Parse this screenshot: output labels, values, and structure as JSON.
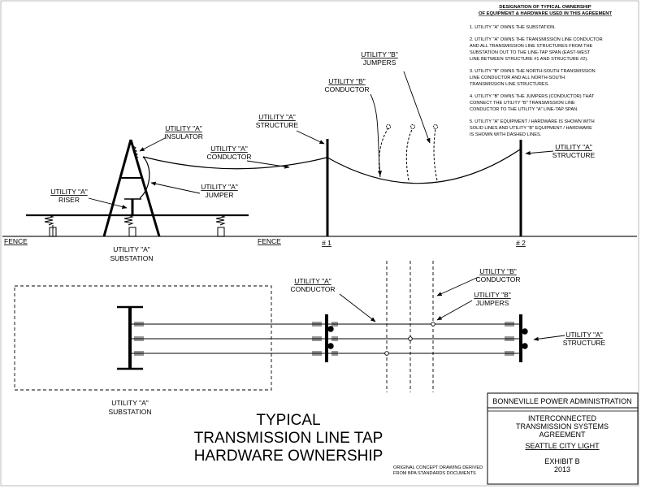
{
  "notes": {
    "heading_line1": "DESIGNATION OF TYPICAL OWNERSHIP",
    "heading_line2": "OF EQUIPMENT & HARDWARE USED IN THIS AGREEMENT",
    "items": [
      [
        "1. UTILITY \"A\" OWNS THE SUBSTATION."
      ],
      [
        "2. UTILITY \"A\" OWNS THE TRANSMISSION LINE CONDUCTOR",
        "AND ALL TRANSMISSION LINE STRUCTURES FROM THE",
        "SUBSTATION OUT TO THE LINE-TAP SPAN (EAST-WEST",
        "LINE BETWEEN STRUCTURE #1 AND STRUCTURE #2)."
      ],
      [
        "3. UTILITY \"B\" OWNS THE NORTH-SOUTH TRANSMISSION",
        "LINE CONDUCTOR AND ALL NORTH-SOUTH",
        "TRANSMISSION LINE STRUCTURES."
      ],
      [
        "4. UTILITY \"B\" OWNS THE JUMPERS (CONDUCTOR) THAT",
        "CONNECT THE UTILITY \"B\" TRANSMISSION LINE",
        "CONDUCTOR TO THE UTILITY \"A\" LINE-TAP SPAN."
      ],
      [
        "5. UTILITY \"A\" EQUIPMENT / HARDWARE IS SHOWN WITH",
        "SOLID LINES AND UTILITY \"B\" EQUIPMENT / HARDWARE",
        "IS SHOWN WITH DASHED LINES."
      ]
    ]
  },
  "elevation": {
    "insulator": [
      "UTILITY \"A\"",
      "INSULATOR"
    ],
    "riser": [
      "UTILITY \"A\"",
      "RISER"
    ],
    "conductor_a": [
      "UTILITY \"A\"",
      "CONDUCTOR"
    ],
    "jumper_a": [
      "UTILITY \"A\"",
      "JUMPER"
    ],
    "structure_a_left": [
      "UTILITY \"A\"",
      "STRUCTURE"
    ],
    "conductor_b": [
      "UTILITY \"B\"",
      "CONDUCTOR"
    ],
    "jumpers_b": [
      "UTILITY \"B\"",
      "JUMPERS"
    ],
    "structure_a_right": [
      "UTILITY \"A\"",
      "STRUCTURE"
    ],
    "fence": "FENCE",
    "substation": [
      "UTILITY \"A\"",
      "SUBSTATION"
    ],
    "structure_1": "# 1",
    "structure_2": "# 2"
  },
  "plan": {
    "conductor_a": [
      "UTILITY \"A\"",
      "CONDUCTOR"
    ],
    "conductor_b": [
      "UTILITY \"B\"",
      "CONDUCTOR"
    ],
    "jumpers_b": [
      "UTILITY \"B\"",
      "JUMPERS"
    ],
    "structure_a": [
      "UTILITY \"A\"",
      "STRUCTURE"
    ],
    "substation": [
      "UTILITY \"A\"",
      "SUBSTATION"
    ]
  },
  "title": [
    "TYPICAL",
    "TRANSMISSION LINE TAP",
    "HARDWARE OWNERSHIP"
  ],
  "title_block": {
    "org": "BONNEVILLE POWER ADMINISTRATION",
    "agreement": [
      "INTERCONNECTED",
      "TRANSMISSION SYSTEMS",
      "AGREEMENT"
    ],
    "party": "SEATTLE CITY LIGHT",
    "exhibit": "EXHIBIT B",
    "year": "2013"
  },
  "source_note": [
    "ORIGINAL CONCEPT DRAWING DERIVED",
    "FROM BPA STANDARDS DOCUMENTS"
  ]
}
